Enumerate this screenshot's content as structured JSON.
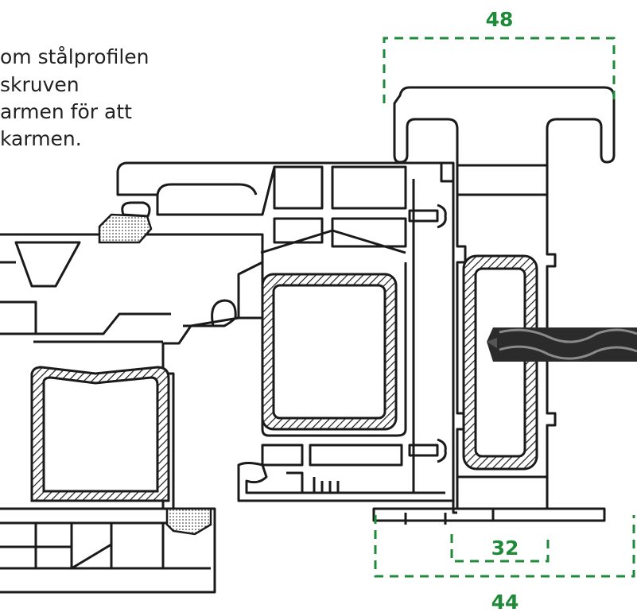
{
  "caption": {
    "lines": [
      "om stålprofilen",
      "skruven",
      "armen för att",
      "karmen."
    ]
  },
  "dimensions": {
    "top": "48",
    "inner": "32",
    "bottom": "44"
  },
  "colors": {
    "dimension": "#1e8a3a",
    "outline": "#1a1a1a",
    "steel_hatch": "#1a1a1a",
    "drill_bit": "#2b2b2b",
    "gasket": "#bdbdbd",
    "text": "#222222"
  },
  "icons": {
    "drill": "drill-bit-icon"
  }
}
